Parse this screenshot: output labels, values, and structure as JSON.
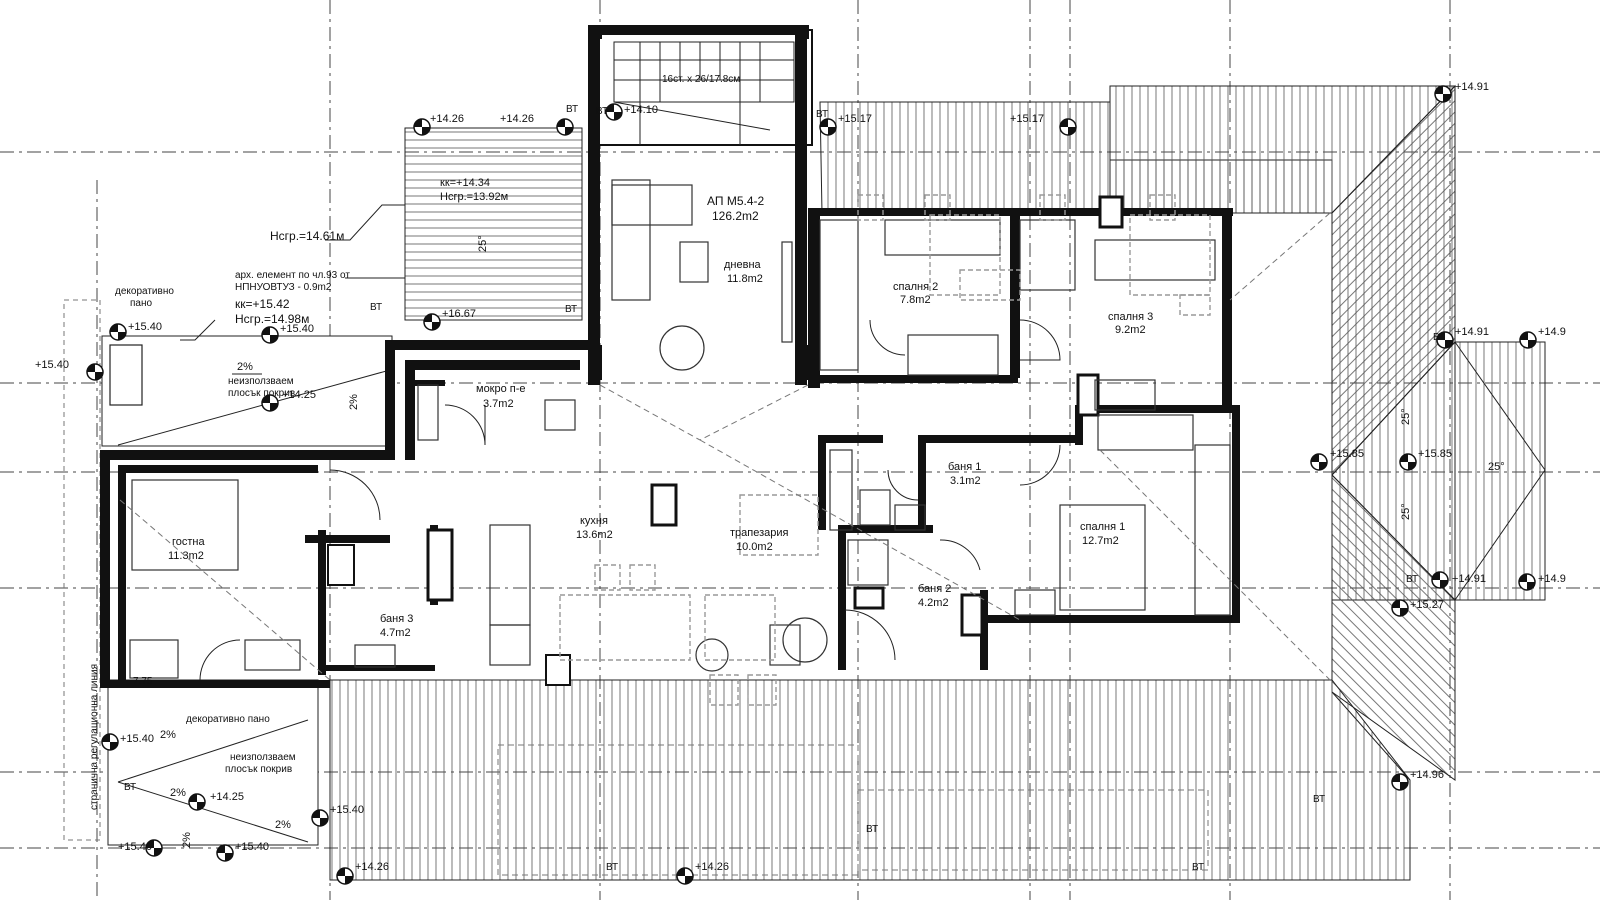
{
  "apartment": {
    "code": "АП М5.4-2",
    "area": "126.2m2"
  },
  "stair_note": "16ст. х 26/17.8см",
  "rooms": {
    "living": {
      "name": "дневна",
      "area": "11.8m2"
    },
    "bed2": {
      "name": "спалня 2",
      "area": "7.8m2"
    },
    "bed3": {
      "name": "спалня 3",
      "area": "9.2m2"
    },
    "wet": {
      "name": "мокро п-е",
      "area": "3.7m2"
    },
    "guest": {
      "name": "гостна",
      "area": "11.3m2"
    },
    "kitchen": {
      "name": "кухня",
      "area": "13.6m2"
    },
    "dining": {
      "name": "трапезария",
      "area": "10.0m2"
    },
    "bath1": {
      "name": "баня 1",
      "area": "3.1m2"
    },
    "bath2": {
      "name": "баня 2",
      "area": "4.2m2"
    },
    "bath3": {
      "name": "баня 3",
      "area": "4.7m2"
    },
    "bed1": {
      "name": "спалня 1",
      "area": "12.7m2"
    }
  },
  "notes": {
    "kk1": "кк=+14.34",
    "ns1": "Нсгр.=13.92м",
    "ns2": "Нсгр.=14.61м",
    "arch1": "арх. елемент по  чл.93 от",
    "arch2": "НПНУОВТУЗ - 0.9m2",
    "kk2": "кк=+15.42",
    "ns3": "Нсгр.=14.98м",
    "deco1a": "декоративно",
    "deco1b": "пано",
    "roof1a": "неизползваем",
    "roof1b": "плосък покрив",
    "deco2": "декоративно пано",
    "roof2a": "неизползваем",
    "roof2b": "плосък покрив",
    "side_line": "странична регулационна линия",
    "dim": "7.75"
  },
  "slopes": {
    "s1": "2%",
    "s2": "2%",
    "s3": "2%",
    "s4": "2%",
    "s5": "2%",
    "s6": "2%"
  },
  "angles": {
    "a1": "25°",
    "a2": "25°",
    "a3": "25°",
    "a4": "25°"
  },
  "levels": {
    "l1": "+14.10",
    "l2": "+14.26",
    "l3": "+14.26",
    "l4": "+15.17",
    "l5": "+15.17",
    "l6": "+14.91",
    "l7": "+16.67",
    "l8": "+15.40",
    "l9": "+15.40",
    "l10": "+15.40",
    "l11": "+14.25",
    "l12": "+14.91",
    "l13": "+14.9",
    "l14": "+15.85",
    "l15": "+15.85",
    "l16": "+14.91",
    "l17": "+14.9",
    "l18": "+15.27",
    "l19": "+14.96",
    "l20": "+15.40",
    "l21": "+14.25",
    "l22": "+15.40",
    "l23": "+15.40",
    "l24": "+15.40",
    "l25": "+14.26",
    "l26": "+14.26"
  },
  "marks": {
    "bt": "ВТ"
  }
}
